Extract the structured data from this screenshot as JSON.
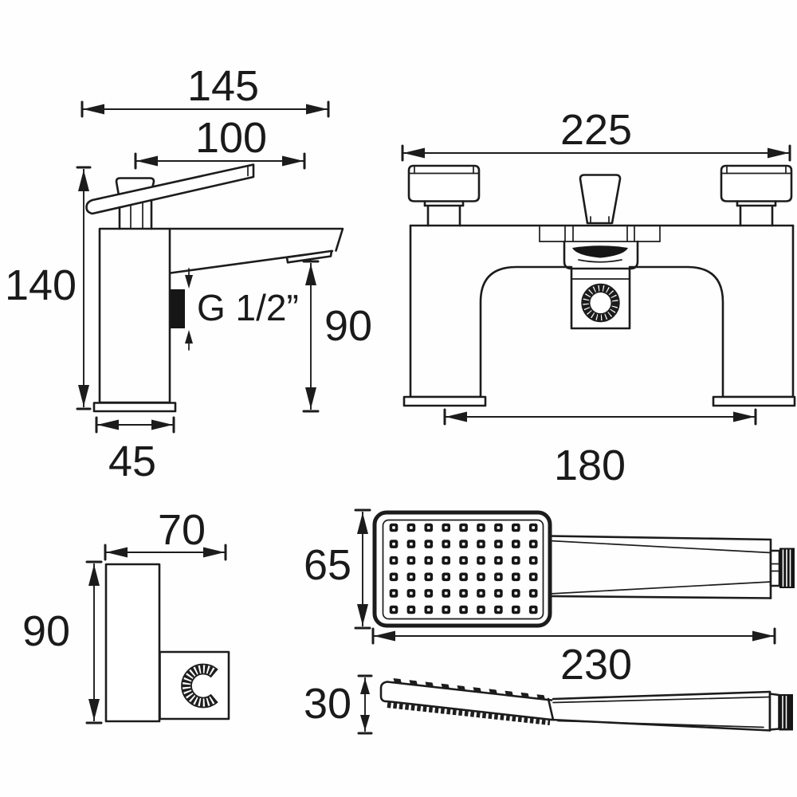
{
  "drawing": {
    "kind": "technical dimension drawing",
    "subject": "bath tap, bath shower mixer, wall bracket and shower handset",
    "line_color": "#1c1c1c",
    "background": "#ffffff",
    "views": {
      "basin_tap": {
        "name": "basin tap side view",
        "dims": {
          "overall_width": "145",
          "top_width": "100",
          "overall_height": "140",
          "base_width": "45",
          "spout_height": "90",
          "thread": "G 1/2”"
        }
      },
      "bath_shower_mixer": {
        "name": "bath shower mixer front view",
        "dims": {
          "overall_width": "225",
          "fixing_centres": "180"
        }
      },
      "wall_bracket": {
        "name": "handset wall bracket side view",
        "dims": {
          "width": "70",
          "height": "90"
        }
      },
      "handset_top": {
        "name": "shower handset face view",
        "dims": {
          "head_width": "65",
          "length": "230"
        },
        "nozzle_rows": 6,
        "nozzle_cols": 9
      },
      "handset_side": {
        "name": "shower handset side view",
        "dims": {
          "thickness": "30"
        },
        "bump_count": 10
      }
    }
  }
}
